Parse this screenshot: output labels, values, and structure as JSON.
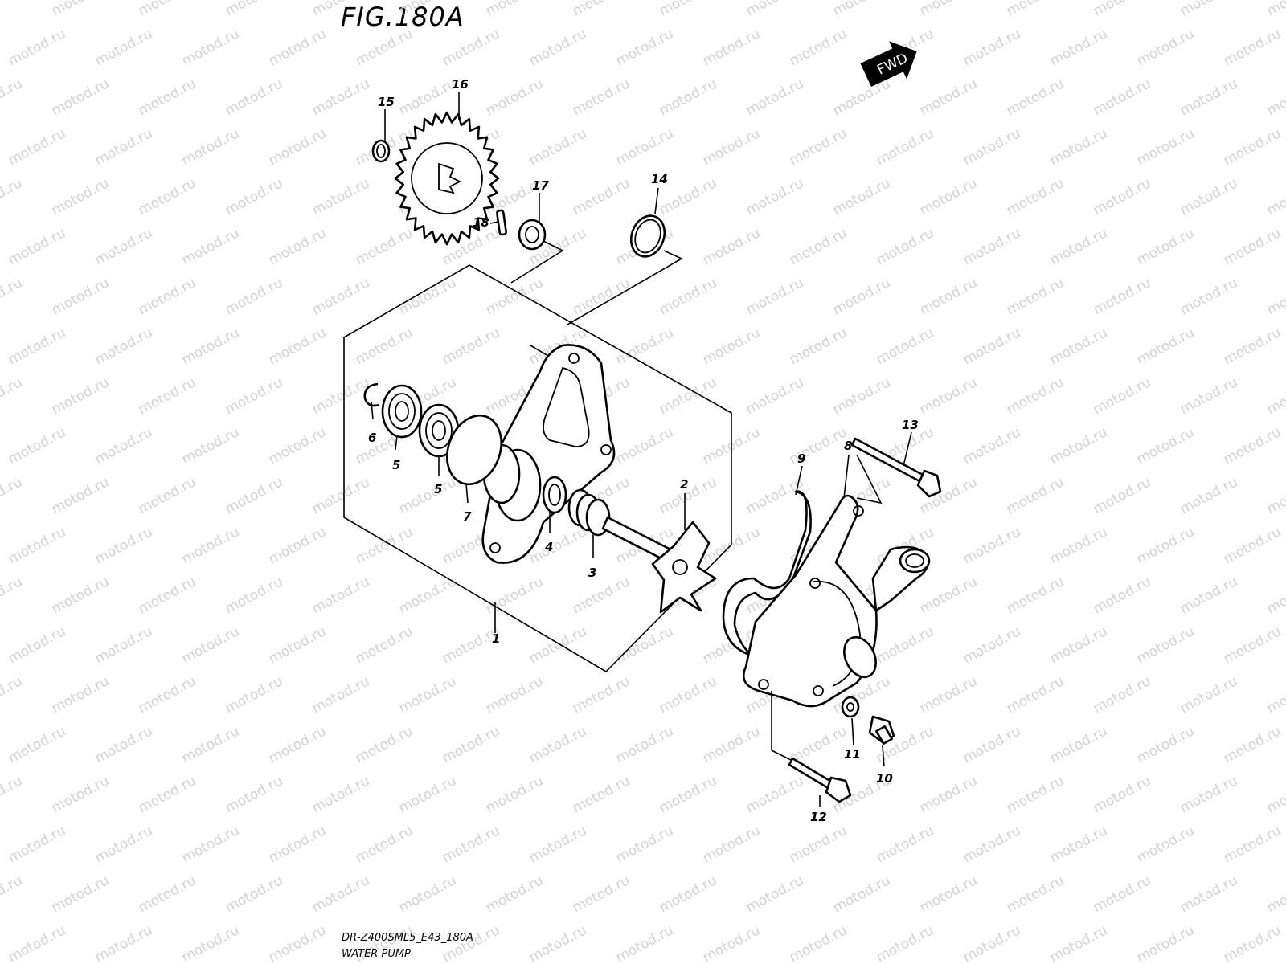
{
  "figure": {
    "title": "FIG.180A",
    "model_code": "DR-Z400SML5_E43_180A",
    "description": "WATER PUMP"
  },
  "direction_badge": {
    "label": "FWD"
  },
  "watermark": {
    "text": "motod.ru"
  },
  "callouts": {
    "c1": "1",
    "c2": "2",
    "c3": "3",
    "c4": "4",
    "c5a": "5",
    "c5b": "5",
    "c6": "6",
    "c7": "7",
    "c8": "8",
    "c9": "9",
    "c10": "10",
    "c11": "11",
    "c12": "12",
    "c13": "13",
    "c14": "14",
    "c15": "15",
    "c16": "16",
    "c17": "17",
    "c18": "18"
  },
  "colors": {
    "line": "#000000",
    "background": "#ffffff",
    "watermark": "#d3d3d3"
  }
}
